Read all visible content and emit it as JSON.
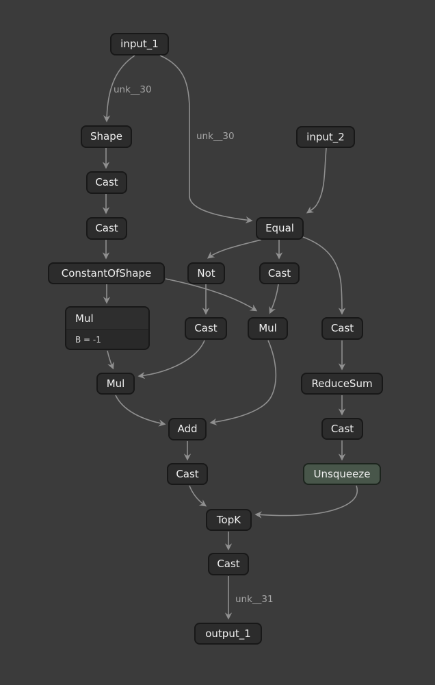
{
  "graph": {
    "colors": {
      "background": "#3b3b3b",
      "node_fill": "#2c2c2c",
      "node_border": "#181818",
      "node_text": "#f0f0f0",
      "highlight_node_fill": "#48564a",
      "edge": "#909090",
      "edge_label_text": "#a6a6a6"
    },
    "nodes": [
      {
        "id": "input_1",
        "label": "input_1"
      },
      {
        "id": "shape",
        "label": "Shape"
      },
      {
        "id": "cast_1",
        "label": "Cast"
      },
      {
        "id": "cast_2",
        "label": "Cast"
      },
      {
        "id": "input_2",
        "label": "input_2"
      },
      {
        "id": "equal",
        "label": "Equal"
      },
      {
        "id": "constant_of_shape",
        "label": "ConstantOfShape"
      },
      {
        "id": "not",
        "label": "Not"
      },
      {
        "id": "cast_3",
        "label": "Cast"
      },
      {
        "id": "mul_with_attr",
        "label": "Mul",
        "attribute": "B = -1"
      },
      {
        "id": "cast_4",
        "label": "Cast"
      },
      {
        "id": "mul_mid",
        "label": "Mul"
      },
      {
        "id": "cast_5",
        "label": "Cast"
      },
      {
        "id": "mul_low",
        "label": "Mul"
      },
      {
        "id": "reduce_sum",
        "label": "ReduceSum"
      },
      {
        "id": "add",
        "label": "Add"
      },
      {
        "id": "cast_6",
        "label": "Cast"
      },
      {
        "id": "cast_7",
        "label": "Cast"
      },
      {
        "id": "unsqueeze",
        "label": "Unsqueeze"
      },
      {
        "id": "topk",
        "label": "TopK"
      },
      {
        "id": "cast_8",
        "label": "Cast"
      },
      {
        "id": "output_1",
        "label": "output_1"
      }
    ],
    "edge_labels": [
      {
        "text": "unk__30"
      },
      {
        "text": "unk__30"
      },
      {
        "text": "unk__31"
      }
    ]
  }
}
